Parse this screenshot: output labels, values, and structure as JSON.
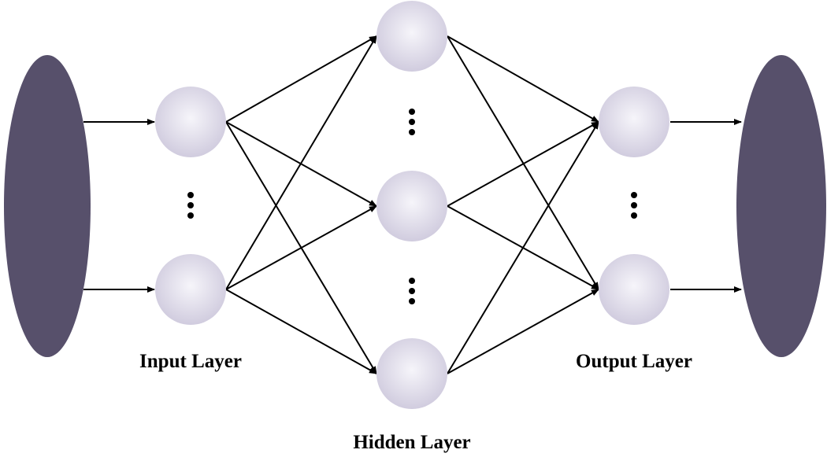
{
  "labels": {
    "input": "Input Layer",
    "hidden": "Hidden Layer",
    "output": "Output Layer"
  },
  "colors": {
    "blob": "#57506b",
    "node_light": "#f6f5fa",
    "node_dark": "#c7c2d8",
    "line": "#000000"
  }
}
